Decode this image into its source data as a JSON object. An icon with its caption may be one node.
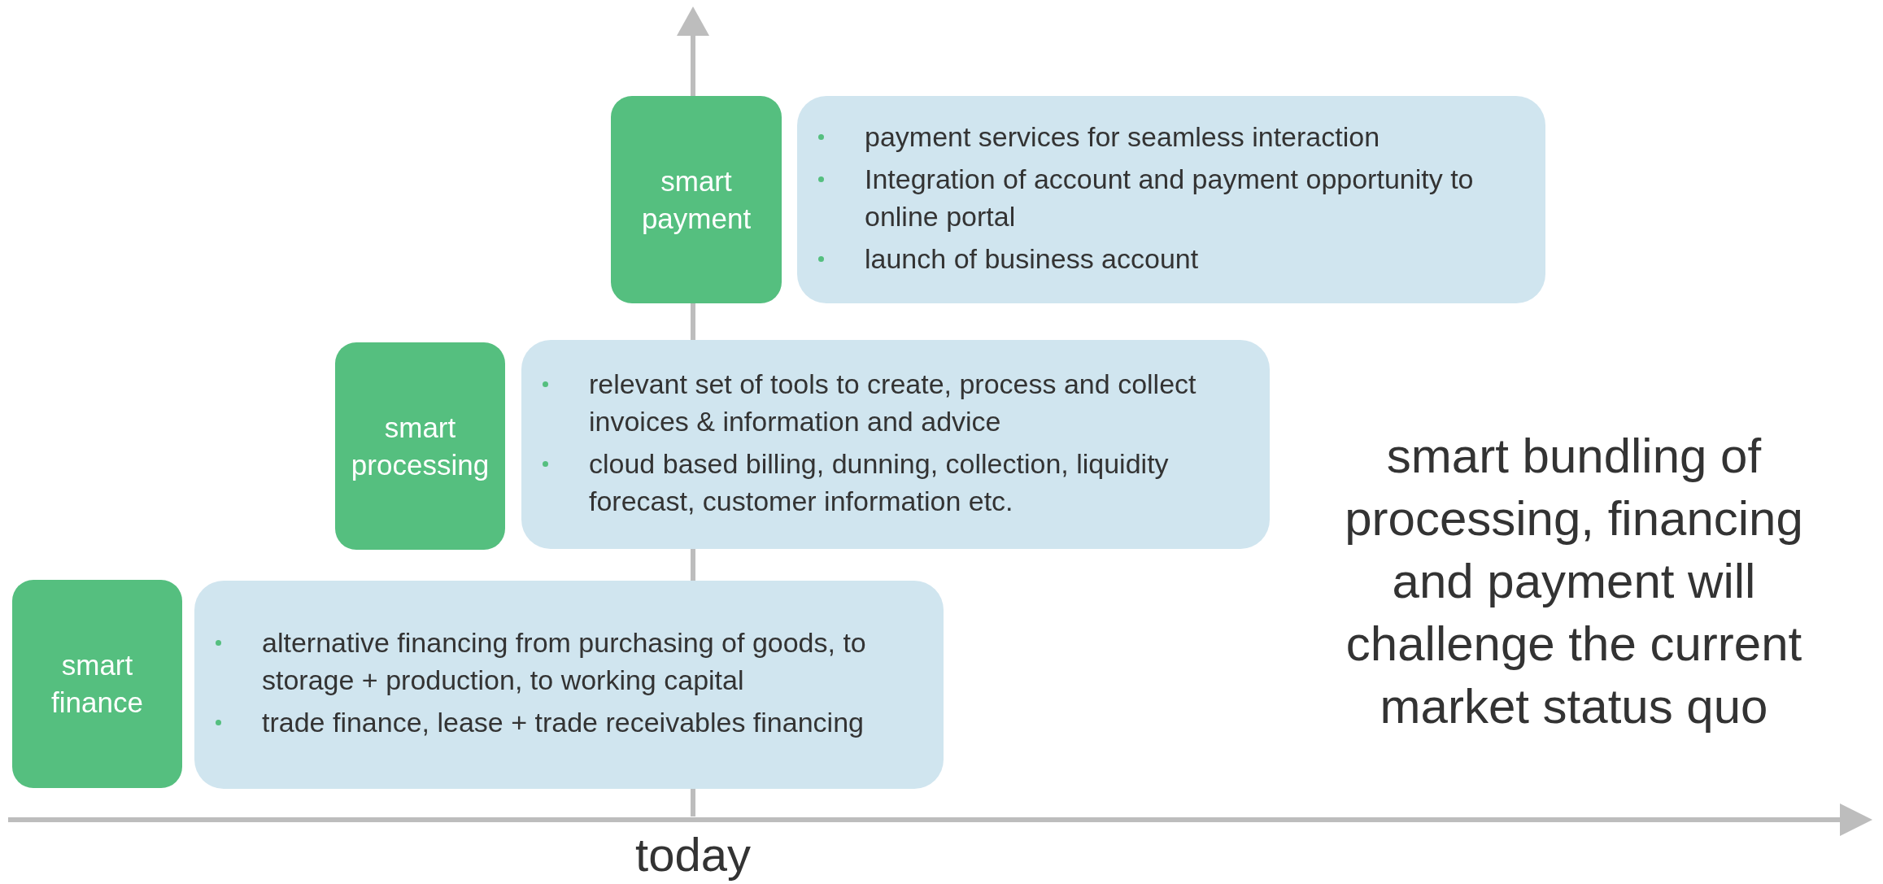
{
  "diagram": {
    "nodes": [
      {
        "text": [
          "smart payment"
        ]
      },
      {
        "text": [
          "payment services for seamless interaction",
          "Integration of account and payment opportunity to online portal",
          "launch of business account"
        ]
      },
      {
        "text": [
          "smart processing"
        ]
      },
      {
        "text": [
          "relevant set of tools to create, process and collect invoices & information and advice",
          "cloud based billing, dunning, collection, liquidity forecast, customer information etc."
        ]
      },
      {
        "text": [
          "smart finance"
        ]
      },
      {
        "text": [
          "alternative financing from purchasing of goods, to storage + production, to working capital",
          "trade finance, lease + trade receivables financing"
        ]
      }
    ],
    "labels": [
      "smart bundling of processing, financing and payment will challenge the current market status quo",
      "today"
    ]
  }
}
